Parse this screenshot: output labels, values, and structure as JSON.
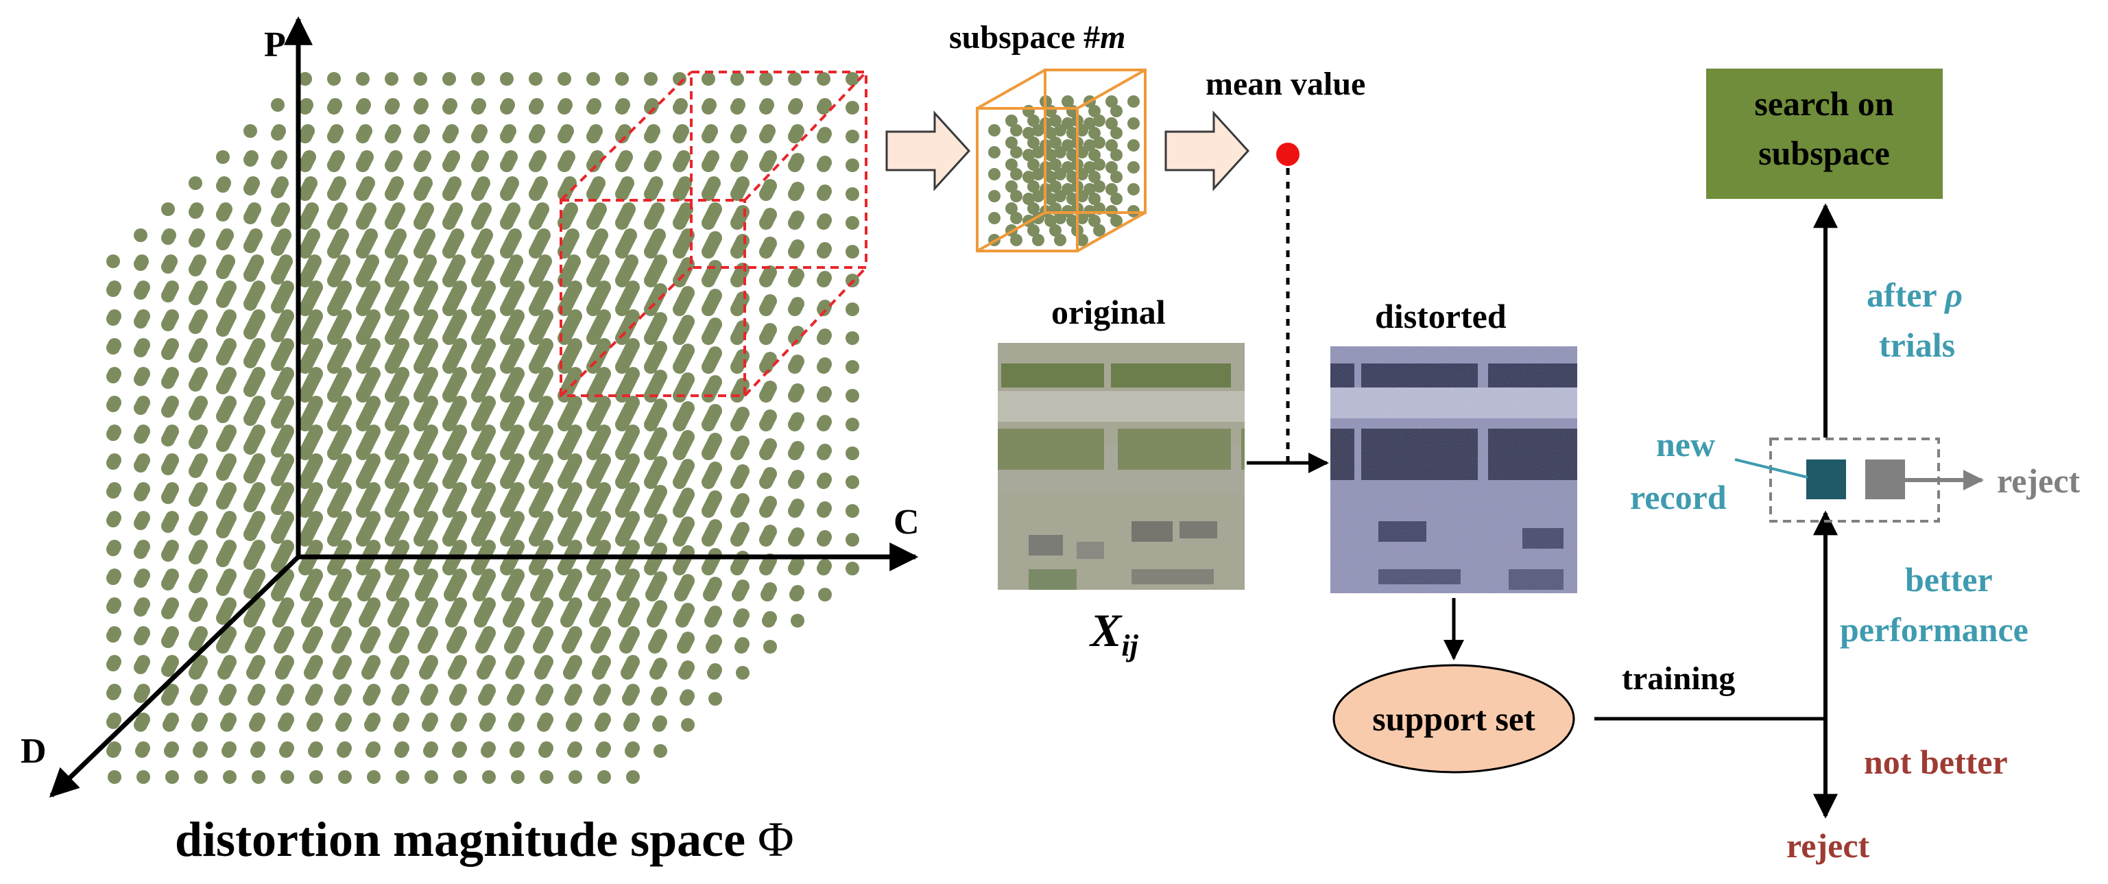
{
  "labels": {
    "axis_p": "P",
    "axis_c": "C",
    "axis_d": "D",
    "space_title_text": "distortion magnitude space ",
    "space_title_symbol": "Φ",
    "subspace_text": "subspace #",
    "subspace_var": "m",
    "mean_value": "mean value",
    "original": "original",
    "distorted": "distorted",
    "x_main": "X",
    "x_sub": "ij",
    "support_set": "support set",
    "training": "training",
    "search_line1": "search on",
    "search_line2": "subspace",
    "after_text": "after ",
    "after_rho": "ρ",
    "trials": "trials",
    "new": "new",
    "record": "record",
    "reject_right": "reject",
    "better": "better",
    "performance": "performance",
    "not_better": "not better",
    "reject_bottom": "reject"
  },
  "colors": {
    "dot": "#7d8c5f",
    "cube_dash": "#e8262a",
    "subspace_cube": "#ef9a3a",
    "arrow_fill": "#fde7d9",
    "arrow_stroke": "#3a3a3a",
    "mean_dot": "#ee1111",
    "search_box": "#6f8d3a",
    "support_fill": "#f8cbad",
    "teal_text": "#3f9bb0",
    "new_record": "#1f5a66",
    "rejected_record": "#808080",
    "red_text": "#9e3b33",
    "axis": "#000000"
  }
}
